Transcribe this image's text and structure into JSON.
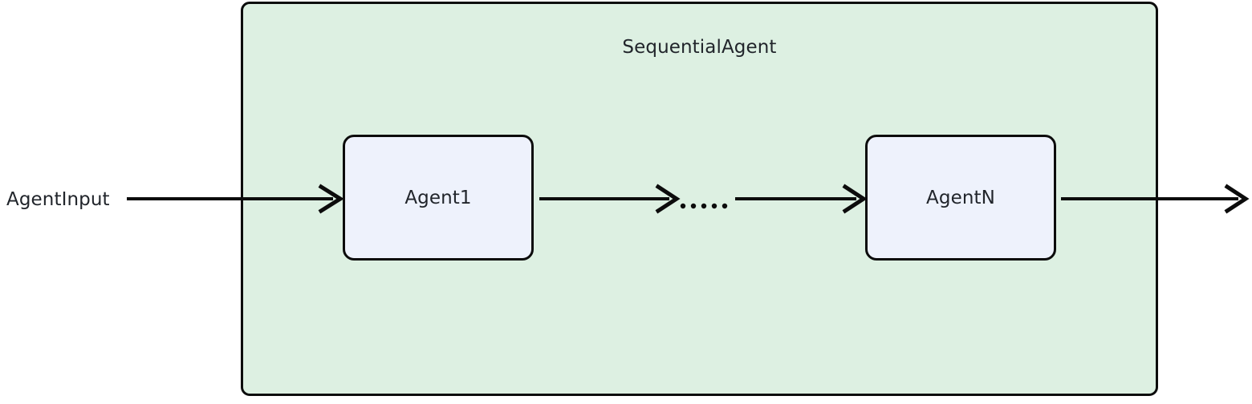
{
  "diagram": {
    "title": "SequentialAgent",
    "input_label": "AgentInput",
    "ellipsis": "......",
    "nodes": [
      {
        "id": "agent1",
        "label": "Agent1"
      },
      {
        "id": "agentN",
        "label": "AgentN"
      }
    ],
    "colors": {
      "container_fill": "#ddf0e2",
      "container_border": "#0c0c0c",
      "node_fill": "#eef2fc",
      "node_border": "#0c0c0c",
      "text": "#21252b",
      "arrow": "#0c0c0c",
      "page_background": "#ffffff"
    },
    "edges": [
      {
        "from": "AgentInput",
        "to": "Agent1"
      },
      {
        "from": "Agent1",
        "to": "......"
      },
      {
        "from": "......",
        "to": "AgentN"
      },
      {
        "from": "AgentN",
        "to": "output"
      }
    ]
  }
}
